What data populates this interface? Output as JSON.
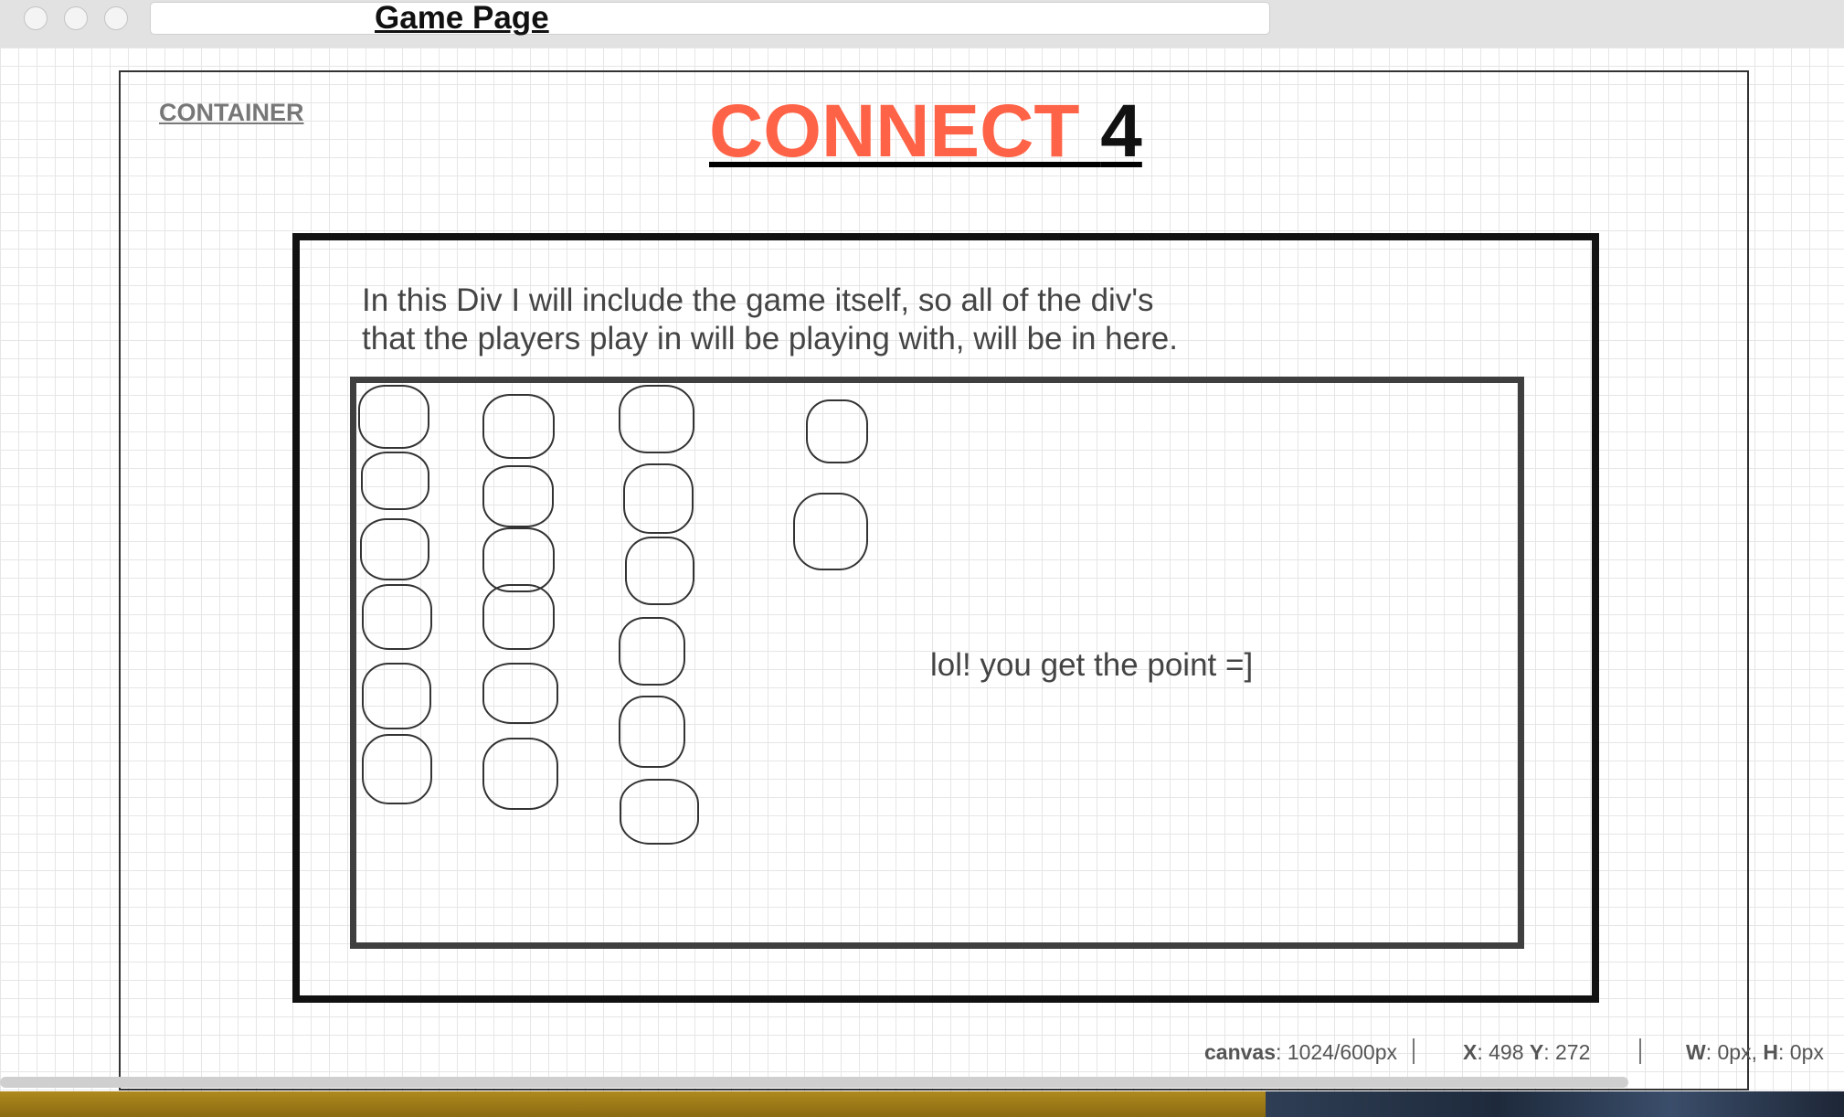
{
  "window": {
    "page_title": "Game Page"
  },
  "container": {
    "label": "CONTAINER"
  },
  "game": {
    "title_word": "CONNECT ",
    "title_number": "4",
    "title_word_color": "#ff6347",
    "description_line1": "In this Div I will include the game itself, so all of the div's",
    "description_line2": "that the players play in will be playing with, will be in here.",
    "note": "lol! you get the point =]"
  },
  "status": {
    "canvas_key": "canvas",
    "canvas_value": ": 1024/600px",
    "x_key": "X",
    "x_value": ": 498 ",
    "y_key": "Y",
    "y_value": ": 272",
    "w_key": "W",
    "w_value": ": 0px, ",
    "h_key": "H",
    "h_value": ": 0px"
  }
}
